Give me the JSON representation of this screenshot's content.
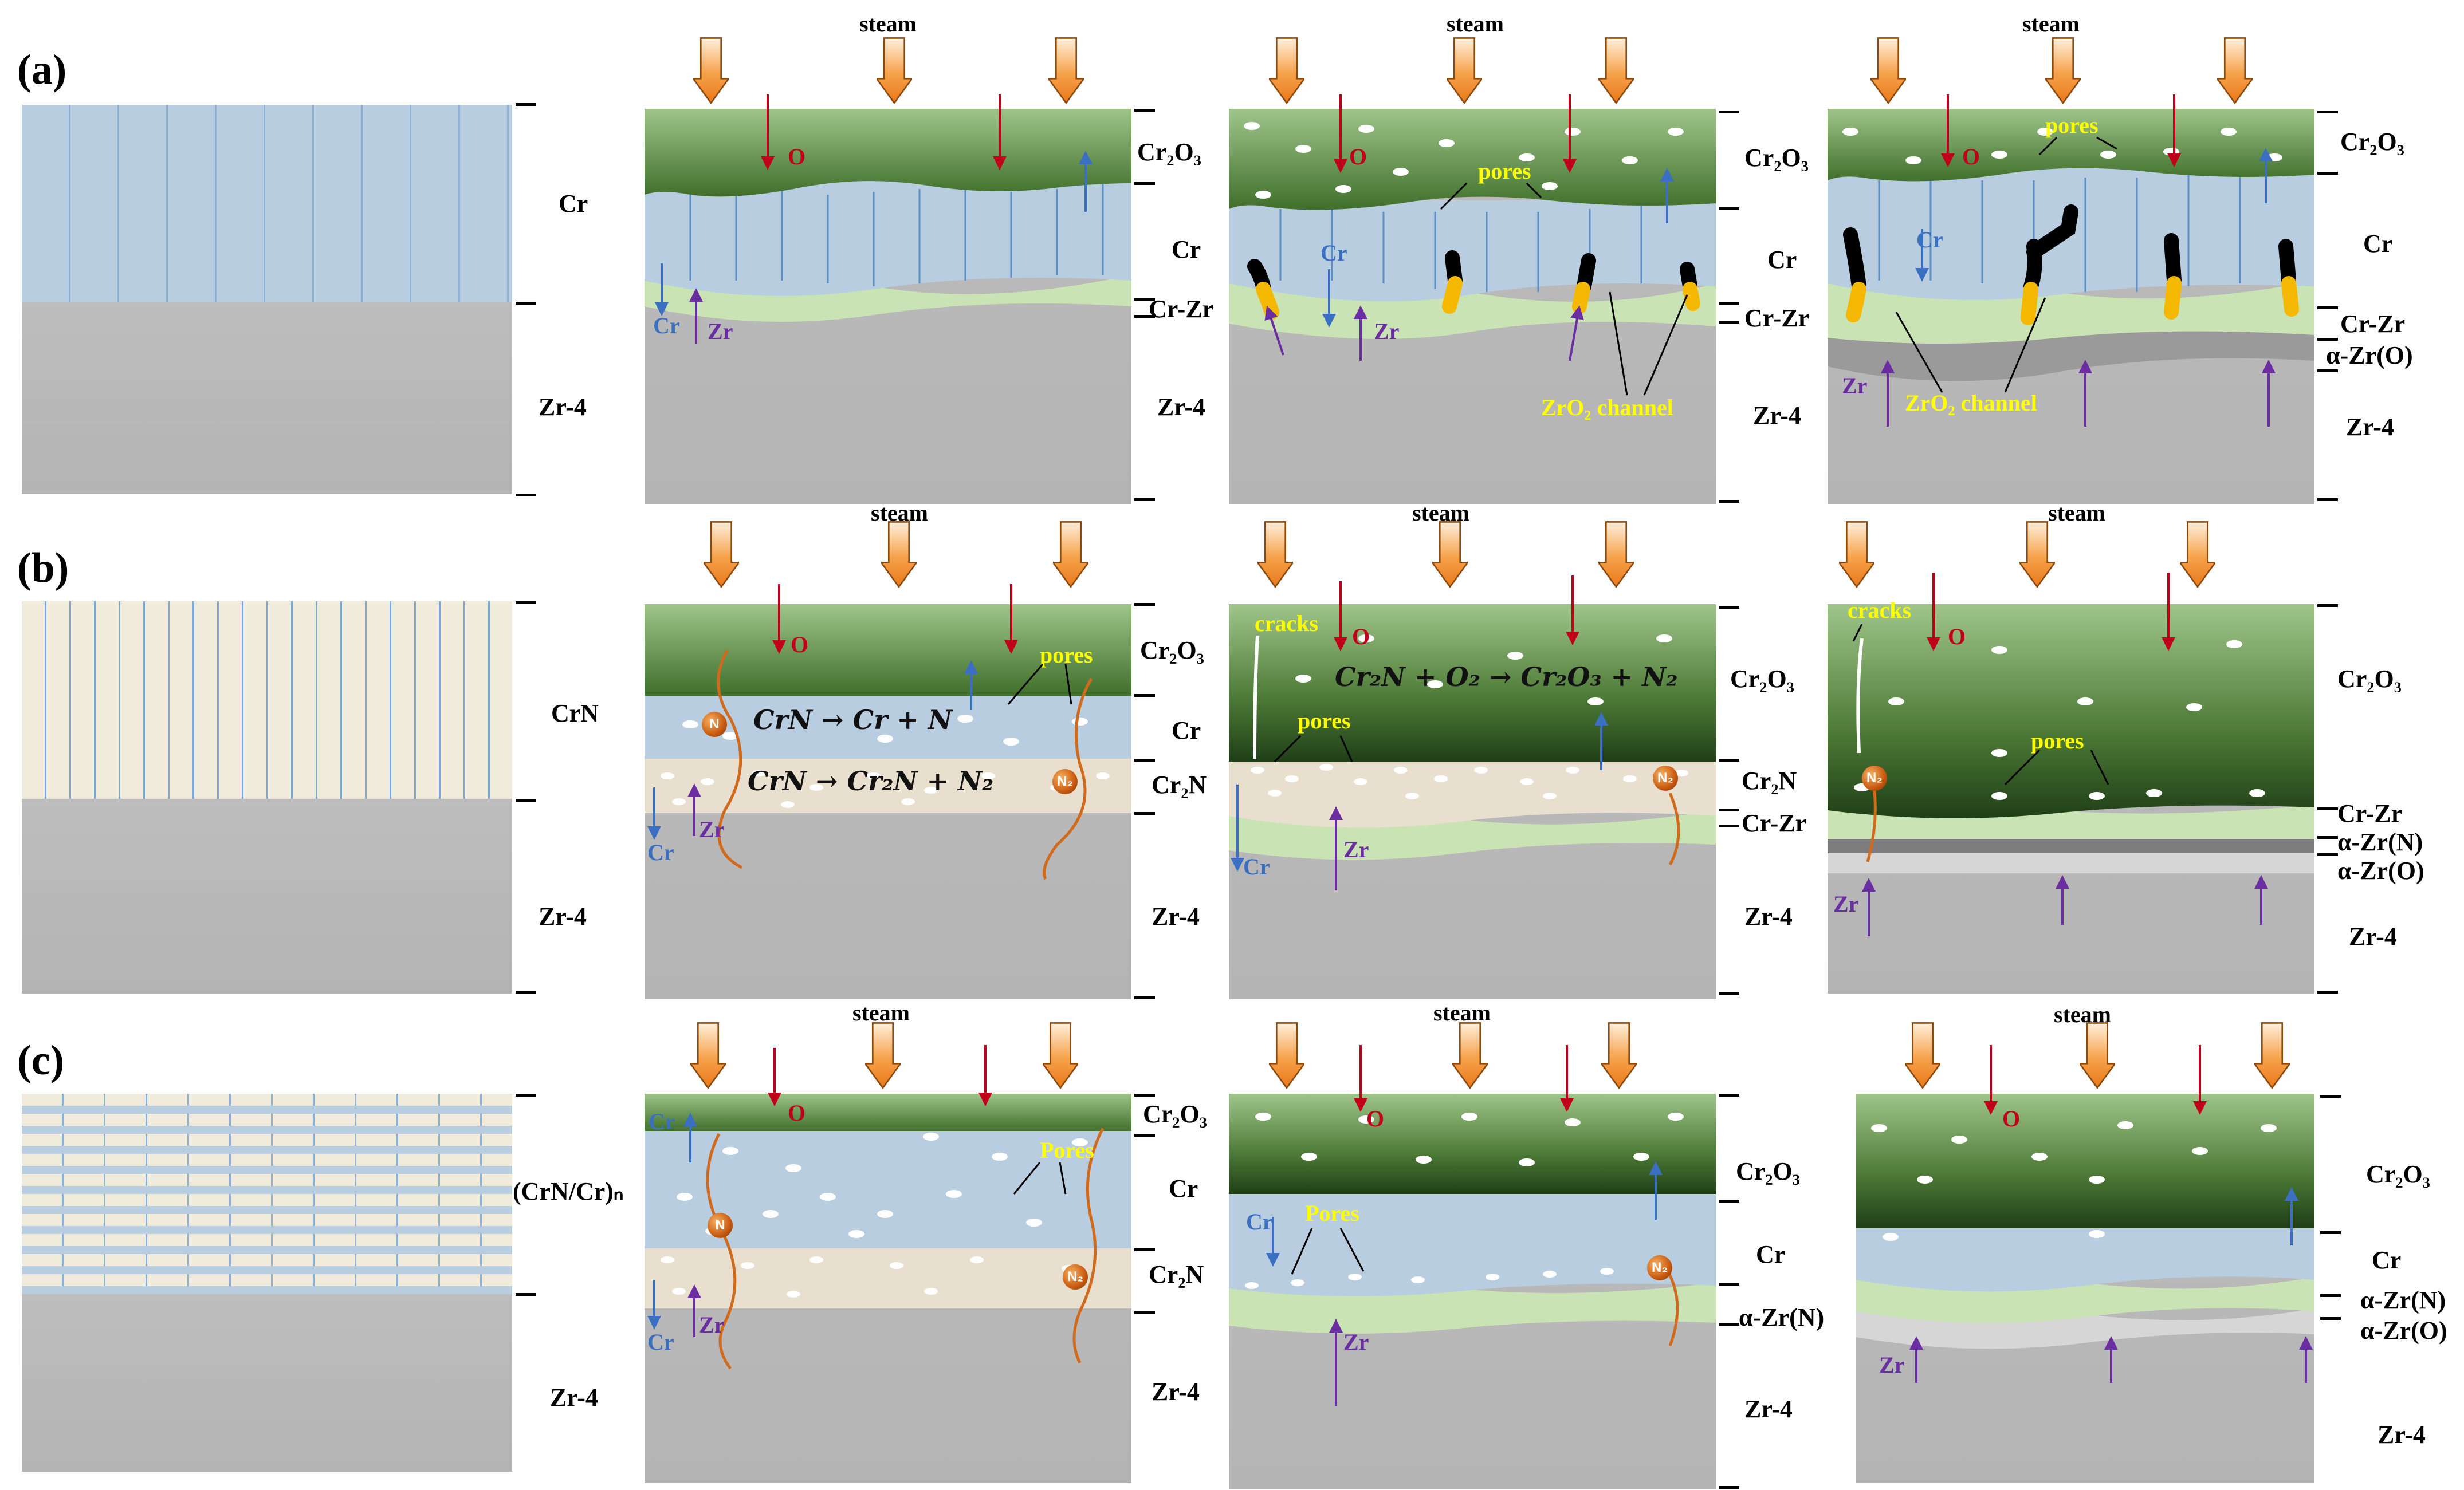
{
  "rows": [
    {
      "label": "(a)",
      "panels": [
        {
          "labels": [
            "Cr",
            "Zr-4"
          ]
        },
        {
          "steam": "steam",
          "labels": [
            "Cr₂O₃",
            "Cr",
            "Cr-Zr",
            "Zr-4"
          ],
          "notes": {
            "o": "O",
            "cr": "Cr",
            "zr": "Zr"
          }
        },
        {
          "steam": "steam",
          "labels": [
            "Cr₂O₃",
            "Cr",
            "Cr-Zr",
            "Zr-4"
          ],
          "notes": {
            "o": "O",
            "cr": "Cr",
            "zr": "Zr",
            "pores": "pores",
            "channel": "ZrO₂ channel"
          }
        },
        {
          "steam": "steam",
          "labels": [
            "Cr₂O₃",
            "Cr",
            "Cr-Zr",
            "α-Zr(O)",
            "Zr-4"
          ],
          "notes": {
            "o": "O",
            "cr": "Cr",
            "zr": "Zr",
            "pores": "pores",
            "channel": "ZrO₂ channel"
          }
        }
      ]
    },
    {
      "label": "(b)",
      "panels": [
        {
          "labels": [
            "CrN",
            "Zr-4"
          ]
        },
        {
          "steam": "steam",
          "labels": [
            "Cr₂O₃",
            "Cr",
            "Cr₂N",
            "Zr-4"
          ],
          "notes": {
            "o": "O",
            "cr": "Cr",
            "zr": "Zr",
            "pores": "pores",
            "n": "N",
            "n2": "N₂",
            "rx1": "CrN → Cr + N",
            "rx2": "CrN → Cr₂N + N₂"
          }
        },
        {
          "steam": "steam",
          "labels": [
            "Cr₂O₃",
            "Cr₂N",
            "Cr-Zr",
            "Zr-4"
          ],
          "notes": {
            "o": "O",
            "cr": "Cr",
            "zr": "Zr",
            "pores": "pores",
            "cracks": "cracks",
            "n2": "N₂",
            "rx": "Cr₂N + O₂ → Cr₂O₃ + N₂"
          }
        },
        {
          "steam": "steam",
          "labels": [
            "Cr₂O₃",
            "Cr-Zr",
            "α-Zr(N)",
            "α-Zr(O)",
            "Zr-4"
          ],
          "notes": {
            "o": "O",
            "zr": "Zr",
            "pores": "pores",
            "cracks": "cracks",
            "n2": "N₂"
          }
        }
      ]
    },
    {
      "label": "(c)",
      "panels": [
        {
          "labels": [
            "(CrN/Cr)ₙ",
            "Zr-4"
          ]
        },
        {
          "steam": "steam",
          "labels": [
            "Cr₂O₃",
            "Cr",
            "Cr₂N",
            "Zr-4"
          ],
          "notes": {
            "o": "O",
            "cr": "Cr",
            "zr": "Zr",
            "pores": "Pores",
            "n": "N",
            "n2": "N₂"
          }
        },
        {
          "steam": "steam",
          "labels": [
            "Cr₂O₃",
            "Cr",
            "α-Zr(N)",
            "Zr-4"
          ],
          "notes": {
            "o": "O",
            "cr": "Cr",
            "zr": "Zr",
            "pores": "Pores",
            "n2": "N₂"
          }
        },
        {
          "steam": "steam",
          "labels": [
            "Cr₂O₃",
            "Cr",
            "α-Zr(N)",
            "α-Zr(O)",
            "Zr-4"
          ],
          "notes": {
            "o": "O",
            "zr": "Zr"
          }
        }
      ]
    }
  ],
  "colors": {
    "cr": "#b8cde0",
    "zr4": "#bdbdbd",
    "crzr": "#c9e3b5",
    "cr2n": "#e8dfcf",
    "crn": "#f1ebdc",
    "oxide_top": "#3f6f2a",
    "oxide_bottom": "#9fc58a",
    "arrow_o": "#c0001a",
    "arrow_cr": "#3a6fc2",
    "arrow_zr": "#6b2ea0",
    "steam_arrow": "#f08a1a",
    "note_yellow": "#ffff00",
    "n_path": "#d06a1c"
  }
}
